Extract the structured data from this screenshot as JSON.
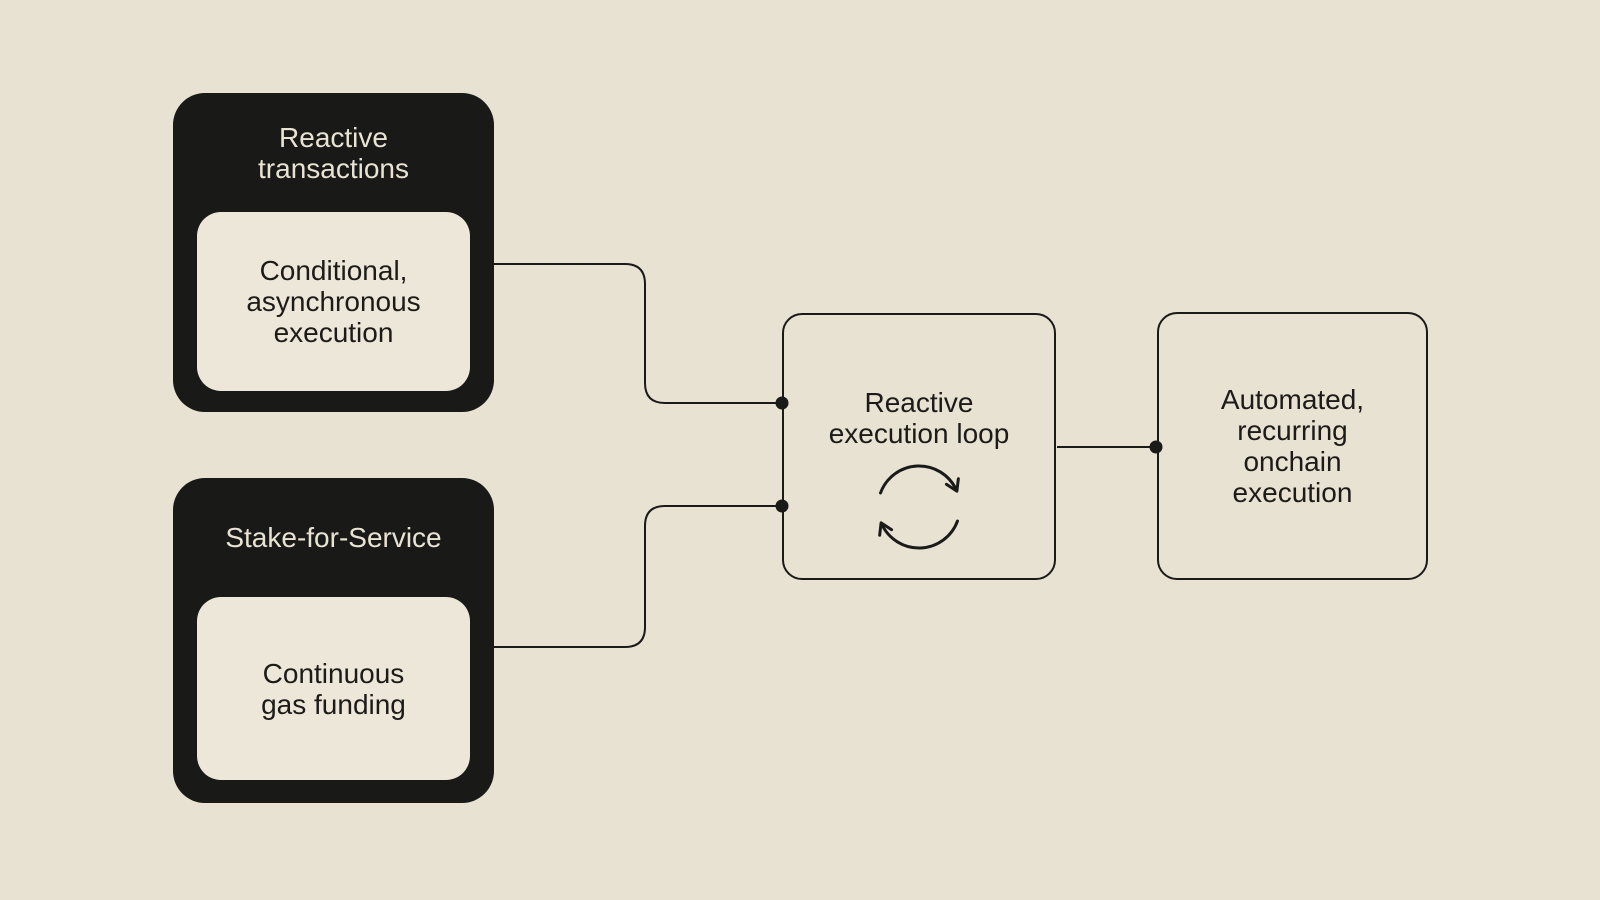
{
  "diagram": {
    "colors": {
      "background": "#e8e2d3",
      "ink": "#1a1a18",
      "card_black": "#191917",
      "card_cream": "#ece7d8",
      "text_on_black": "#e9e3d4"
    },
    "nodes": {
      "reactive_transactions": {
        "title": "Reactive\ntransactions",
        "detail": "Conditional,\nasynchronous\nexecution"
      },
      "stake_for_service": {
        "title": "Stake-for-Service",
        "detail": "Continuous\ngas funding"
      },
      "execution_loop": {
        "label": "Reactive\nexecution loop",
        "icon": "cycle-arrows-icon"
      },
      "outcome": {
        "label": "Automated,\nrecurring\nonchain\nexecution"
      }
    }
  }
}
